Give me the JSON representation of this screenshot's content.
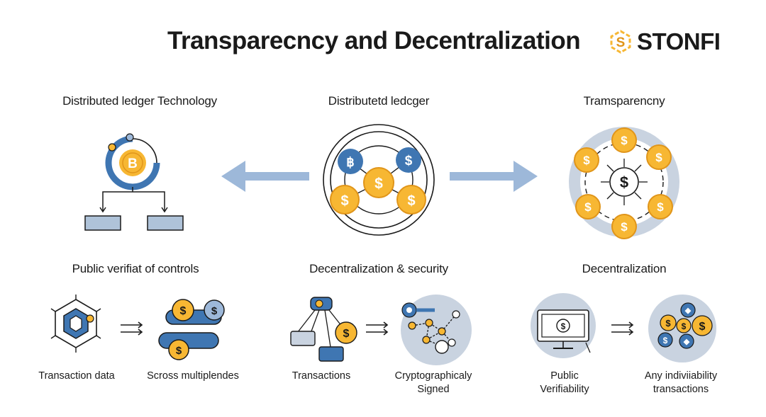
{
  "header": {
    "title": "Transparecncy and Decentralization",
    "brand": "STONFI",
    "brand_icon": "ston-logo-icon"
  },
  "colors": {
    "gold": "#F7B733",
    "gold_dark": "#E0951A",
    "blue": "#3F76B2",
    "blue_light": "#9DB8D9",
    "grey": "#C9D3E0",
    "dark": "#1A1A1A",
    "panel_blue": "#AFC3D9"
  },
  "sections": {
    "ledger_tech": {
      "label": "Distributed ledger Technology",
      "icon": "bitcoin-ledger-icon"
    },
    "ledger": {
      "label": "Distributetd ledcger",
      "icon": "coin-network-icon"
    },
    "transparency": {
      "label": "Tramsparencny",
      "icon": "coin-ring-icon"
    },
    "public_verif": {
      "label": "Public verifiat of controls",
      "items": [
        {
          "caption": "Transaction data",
          "icon": "hexagon-network-icon"
        },
        {
          "caption": "Scross multiplendes",
          "icon": "coin-stack-icon"
        }
      ]
    },
    "decentral_security": {
      "label": "Decentralization & security",
      "items": [
        {
          "caption": "Transactions",
          "icon": "transaction-flow-icon"
        },
        {
          "caption_lines": [
            "Cryptographicaly",
            "Signed"
          ],
          "icon": "key-network-icon"
        }
      ]
    },
    "decentralization": {
      "label": "Decentralization",
      "items": [
        {
          "caption_lines": [
            "Public",
            "Verifiability"
          ],
          "icon": "monitor-coin-icon"
        },
        {
          "caption_lines": [
            "Any indiviiability",
            "transactions"
          ],
          "icon": "coin-cluster-icon"
        }
      ]
    }
  }
}
